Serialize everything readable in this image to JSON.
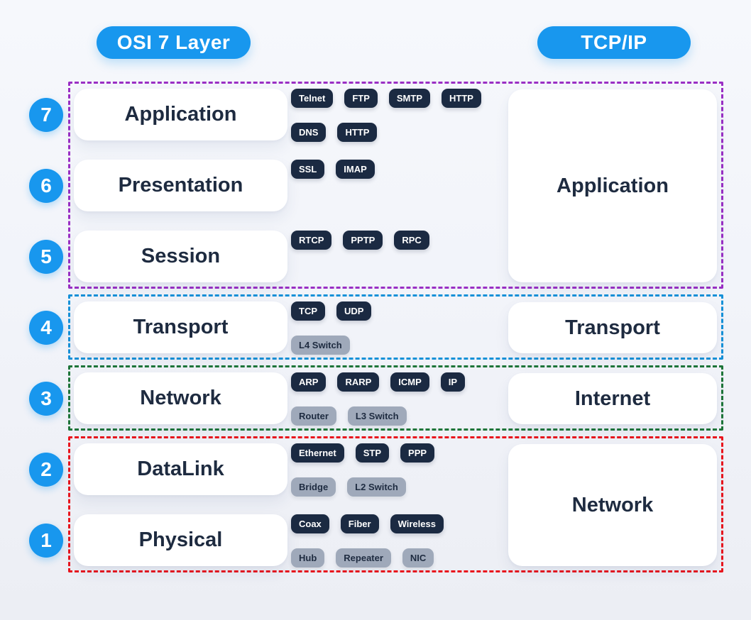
{
  "title_left": "OSI 7 Layer",
  "title_right": "TCP/IP",
  "colors": {
    "accent_blue": "#1897ee",
    "tag_dark_bg": "#1b2a42",
    "tag_gray_bg": "#9fa9ba",
    "text_navy": "#1e2b40",
    "group_purple": "#9a2fc4",
    "group_blue": "#1691d8",
    "group_green": "#1e7539",
    "group_red": "#e9151d"
  },
  "layers": [
    {
      "number": "7",
      "name": "Application",
      "tag_rows": [
        [
          {
            "label": "Telnet",
            "variant": "dark"
          },
          {
            "label": "FTP",
            "variant": "dark"
          },
          {
            "label": "SMTP",
            "variant": "dark"
          },
          {
            "label": "HTTP",
            "variant": "dark"
          }
        ],
        [
          {
            "label": "DNS",
            "variant": "dark"
          },
          {
            "label": "HTTP",
            "variant": "dark"
          }
        ]
      ]
    },
    {
      "number": "6",
      "name": "Presentation",
      "tag_rows": [
        [
          {
            "label": "SSL",
            "variant": "dark"
          },
          {
            "label": "IMAP",
            "variant": "dark"
          }
        ],
        []
      ]
    },
    {
      "number": "5",
      "name": "Session",
      "tag_rows": [
        [
          {
            "label": "RTCP",
            "variant": "dark"
          },
          {
            "label": "PPTP",
            "variant": "dark"
          },
          {
            "label": "RPC",
            "variant": "dark"
          }
        ],
        []
      ]
    },
    {
      "number": "4",
      "name": "Transport",
      "tag_rows": [
        [
          {
            "label": "TCP",
            "variant": "dark"
          },
          {
            "label": "UDP",
            "variant": "dark"
          }
        ],
        [
          {
            "label": "L4 Switch",
            "variant": "gray"
          }
        ]
      ]
    },
    {
      "number": "3",
      "name": "Network",
      "tag_rows": [
        [
          {
            "label": "ARP",
            "variant": "dark"
          },
          {
            "label": "RARP",
            "variant": "dark"
          },
          {
            "label": "ICMP",
            "variant": "dark"
          },
          {
            "label": "IP",
            "variant": "dark"
          }
        ],
        [
          {
            "label": "Router",
            "variant": "gray"
          },
          {
            "label": "L3 Switch",
            "variant": "gray"
          }
        ]
      ]
    },
    {
      "number": "2",
      "name": "DataLink",
      "tag_rows": [
        [
          {
            "label": "Ethernet",
            "variant": "dark"
          },
          {
            "label": "STP",
            "variant": "dark"
          },
          {
            "label": "PPP",
            "variant": "dark"
          }
        ],
        [
          {
            "label": "Bridge",
            "variant": "gray"
          },
          {
            "label": "L2 Switch",
            "variant": "gray"
          }
        ]
      ]
    },
    {
      "number": "1",
      "name": "Physical",
      "tag_rows": [
        [
          {
            "label": "Coax",
            "variant": "dark"
          },
          {
            "label": "Fiber",
            "variant": "dark"
          },
          {
            "label": "Wireless",
            "variant": "dark"
          }
        ],
        [
          {
            "label": "Hub",
            "variant": "gray"
          },
          {
            "label": "Repeater",
            "variant": "gray"
          },
          {
            "label": "NIC",
            "variant": "gray"
          }
        ]
      ]
    }
  ],
  "groups": [
    {
      "id": "osi-layers-5-7",
      "color_key": "group_purple",
      "first_row": 0,
      "last_row": 2,
      "tcpip_label": "Application"
    },
    {
      "id": "osi-layer-4",
      "color_key": "group_blue",
      "first_row": 3,
      "last_row": 3,
      "tcpip_label": "Transport"
    },
    {
      "id": "osi-layer-3",
      "color_key": "group_green",
      "first_row": 4,
      "last_row": 4,
      "tcpip_label": "Internet"
    },
    {
      "id": "osi-layers-1-2",
      "color_key": "group_red",
      "first_row": 5,
      "last_row": 6,
      "tcpip_label": "Network"
    }
  ]
}
